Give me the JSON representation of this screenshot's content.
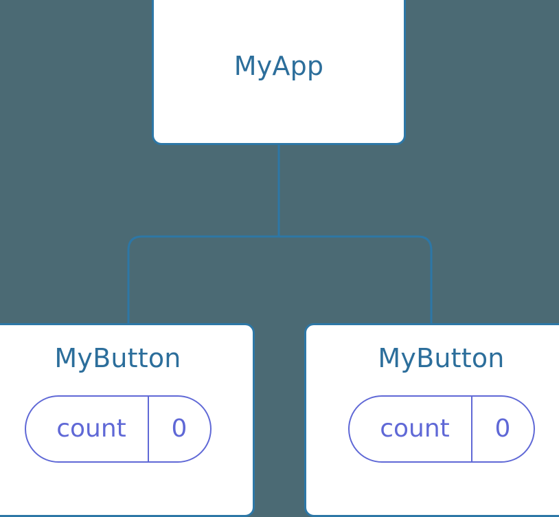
{
  "diagram": {
    "kind": "component-tree",
    "background_color": "#4b6a74",
    "node_border_color": "#2d77a6",
    "node_fill_color": "#ffffff",
    "node_title_color": "#2c6e9b",
    "edge_color": "#2d77a6",
    "pill_color": "#5f68d6",
    "root": {
      "label": "MyApp"
    },
    "children": [
      {
        "label": "MyButton",
        "state": {
          "key": "count",
          "value": "0"
        }
      },
      {
        "label": "MyButton",
        "state": {
          "key": "count",
          "value": "0"
        }
      }
    ]
  }
}
